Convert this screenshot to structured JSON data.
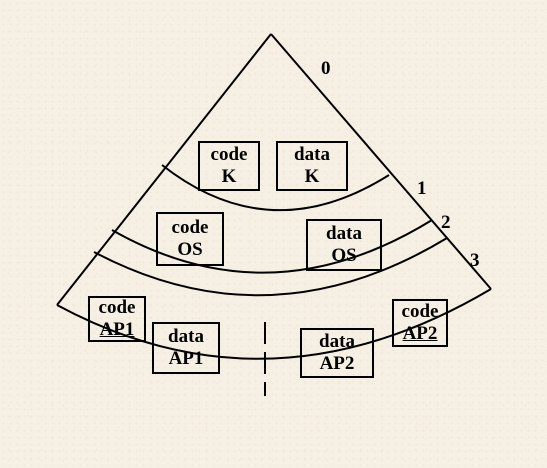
{
  "ring_labels": [
    "0",
    "1",
    "2",
    "3"
  ],
  "boxes": {
    "code_k": {
      "line1": "code",
      "line2": "K"
    },
    "data_k": {
      "line1": "data",
      "line2": "K"
    },
    "code_os": {
      "line1": "code",
      "line2": "OS"
    },
    "data_os": {
      "line1": "data",
      "line2": "OS"
    },
    "code_ap1": {
      "line1": "code",
      "line2": "AP1"
    },
    "data_ap1": {
      "line1": "data",
      "line2": "AP1"
    },
    "data_ap2": {
      "line1": "data",
      "line2": "AP2"
    },
    "code_ap2": {
      "line1": "code",
      "line2": "AP2"
    }
  }
}
